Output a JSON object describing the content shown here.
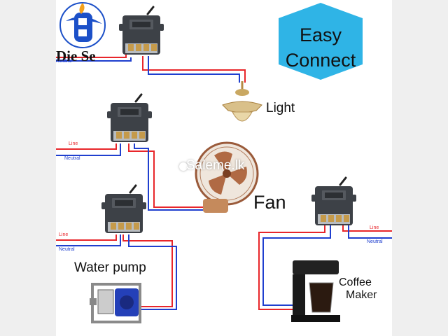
{
  "brand": {
    "name": "Die Se"
  },
  "headline": {
    "line1": "Easy",
    "line2": "Connect"
  },
  "watermark": {
    "text": "Saleme.lk"
  },
  "wire_labels": {
    "line": "Line",
    "neutral": "Neutral"
  },
  "devices": {
    "light": "Light",
    "fan": "Fan",
    "pump": "Water pump",
    "coffee_line1": "Coffee",
    "coffee_line2": "Maker"
  },
  "colors": {
    "line_wire": "#e8262b",
    "neutral_wire": "#1f3fcf",
    "hexagon": "#2fb4e6",
    "switch_body": "#3d4147"
  }
}
